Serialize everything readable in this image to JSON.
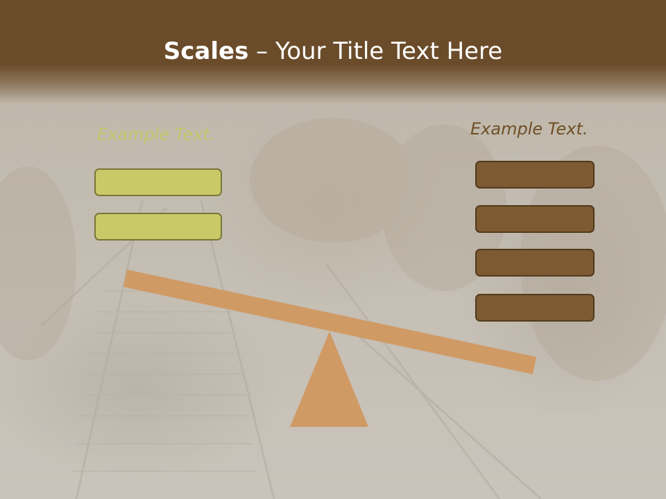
{
  "title": {
    "bold": "Scales",
    "rest": " – Your Title Text Here"
  },
  "left": {
    "label": "Example Text."
  },
  "right": {
    "label": "Example Text."
  },
  "colors": {
    "header": "#6b4c2a",
    "left_box": "#c9c96a",
    "right_box": "#7e5a32",
    "scale": "#d09a65"
  }
}
